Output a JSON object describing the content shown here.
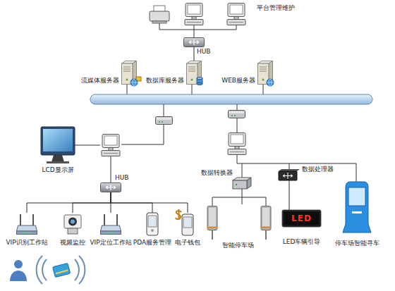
{
  "diagram": {
    "nodes": [
      {
        "text": [
          "HUB"
        ]
      },
      {
        "text": [
          "流媒体服务器"
        ]
      },
      {
        "text": [
          "数据库服务器"
        ]
      },
      {
        "text": [
          "WEB服务器"
        ]
      },
      {
        "text": [
          "LCD显示屏"
        ]
      },
      {
        "text": [
          "HUB"
        ]
      },
      {
        "text": [
          "VIP识别工作站"
        ]
      },
      {
        "text": [
          "视频监控"
        ]
      },
      {
        "text": [
          "VIP定位工作站"
        ]
      },
      {
        "text": [
          "PDA服务管理"
        ]
      },
      {
        "text": [
          "电子钱包"
        ]
      },
      {
        "text": [
          "数据转换器"
        ]
      },
      {
        "text": [
          "智能停车场"
        ]
      },
      {
        "text": [
          "数据处理器"
        ]
      },
      {
        "text": [
          "LED车辆引导"
        ]
      },
      {
        "text": [
          "停车场智能寻车"
        ]
      }
    ],
    "edges": [
      {
        "from": 0,
        "to": 2,
        "arrow": "none"
      },
      {
        "from": 5,
        "to": 6,
        "arrow": "none"
      },
      {
        "from": 5,
        "to": 7,
        "arrow": "none"
      },
      {
        "from": 5,
        "to": 8,
        "arrow": "none"
      },
      {
        "from": 5,
        "to": 9,
        "arrow": "none"
      },
      {
        "from": 5,
        "to": 10,
        "arrow": "none"
      },
      {
        "from": 11,
        "to": 12,
        "arrow": "none"
      },
      {
        "from": 13,
        "to": 14,
        "arrow": "none"
      }
    ],
    "labels": [
      "平台管理维护",
      "LED"
    ]
  }
}
